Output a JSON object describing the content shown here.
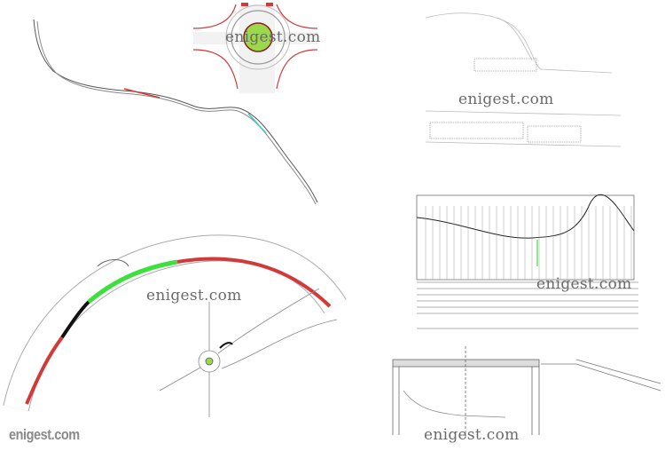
{
  "watermarks": {
    "roundabout": "enigest.com",
    "parking_plan": "enigest.com",
    "profile": "enigest.com",
    "road_plan": "enigest.com",
    "cross_section": "enigest.com"
  },
  "logo": "enigest.com",
  "colors": {
    "road_red": "#d23a3a",
    "road_green": "#3ee03e",
    "island_green": "#9bd94a",
    "road_black": "#111111",
    "cyan_marks": "#39c7c0"
  }
}
